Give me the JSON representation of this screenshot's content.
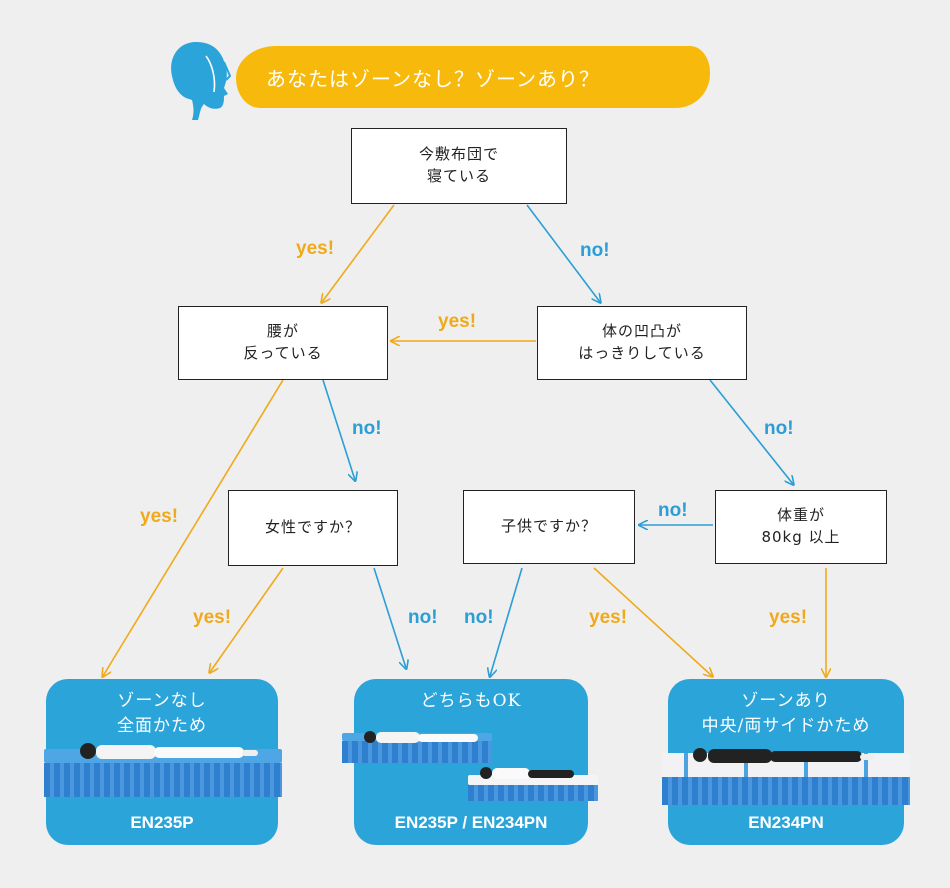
{
  "header": {
    "question": "あなたはゾーンなし？ゾーンあり？",
    "icon": "person-head-icon",
    "colors": {
      "banner": "#f7ba0c",
      "icon": "#2aa4d9"
    }
  },
  "questions": {
    "futon": [
      "今敷布団で",
      "寝ている"
    ],
    "waist": [
      "腰が",
      "反っている"
    ],
    "body_shape": [
      "体の凹凸が",
      "はっきりしている"
    ],
    "female": [
      "女性ですか？"
    ],
    "child": [
      "子供ですか？"
    ],
    "weight": [
      "体重が",
      "80kg 以上"
    ]
  },
  "labels": {
    "yes": "yes!",
    "no": "no!"
  },
  "colors": {
    "yes": "#f0a91b",
    "no": "#2b9ed6",
    "card": "#2aa4d9"
  },
  "results": {
    "no_zone": {
      "title": [
        "ゾーンなし",
        "全面かため"
      ],
      "model": "EN235P"
    },
    "either": {
      "title": [
        "どちらもOK"
      ],
      "model": "EN235P / EN234PN"
    },
    "zone": {
      "title": [
        "ゾーンあり",
        "中央/両サイドかため"
      ],
      "model": "EN234PN"
    }
  }
}
